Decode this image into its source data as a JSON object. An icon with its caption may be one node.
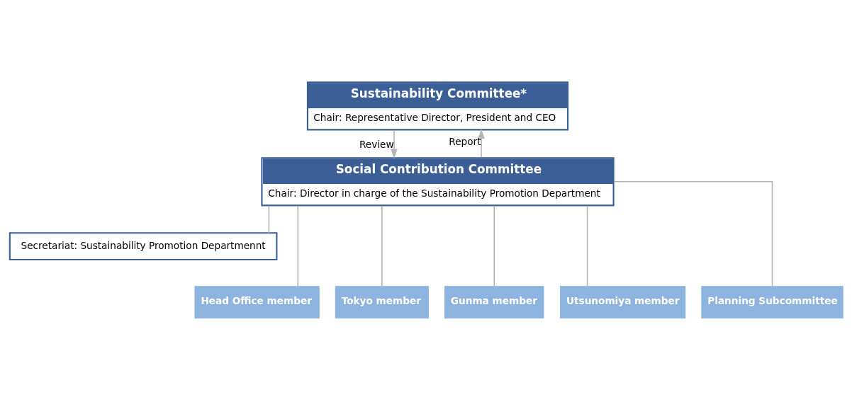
{
  "diagram": {
    "nodes": [
      {
        "text": [
          "Sustainability Committee*",
          "Chair: Representative Director, President and CEO"
        ]
      },
      {
        "text": [
          "Social Contribution Committee",
          "Chair: Director in charge of the Sustainability Promotion Department"
        ]
      },
      {
        "text": [
          "Secretariat: Sustainability Promotion Departmennt"
        ]
      },
      {
        "text": [
          "Head Office member"
        ]
      },
      {
        "text": [
          "Tokyo member"
        ]
      },
      {
        "text": [
          "Gunma member"
        ]
      },
      {
        "text": [
          "Utsunomiya member"
        ]
      },
      {
        "text": [
          "Planning Subcommittee"
        ]
      }
    ],
    "edges": [
      {
        "from": 1,
        "to": 0,
        "arrow": "to",
        "label": "Report"
      },
      {
        "from": 0,
        "to": 1,
        "arrow": "to",
        "label": "Review"
      },
      {
        "from": 1,
        "to": 2,
        "arrow": "none"
      },
      {
        "from": 1,
        "to": 3,
        "arrow": "none"
      },
      {
        "from": 1,
        "to": 4,
        "arrow": "none"
      },
      {
        "from": 1,
        "to": 5,
        "arrow": "none"
      },
      {
        "from": 1,
        "to": 6,
        "arrow": "none"
      },
      {
        "from": 1,
        "to": 7,
        "arrow": "none"
      }
    ]
  }
}
